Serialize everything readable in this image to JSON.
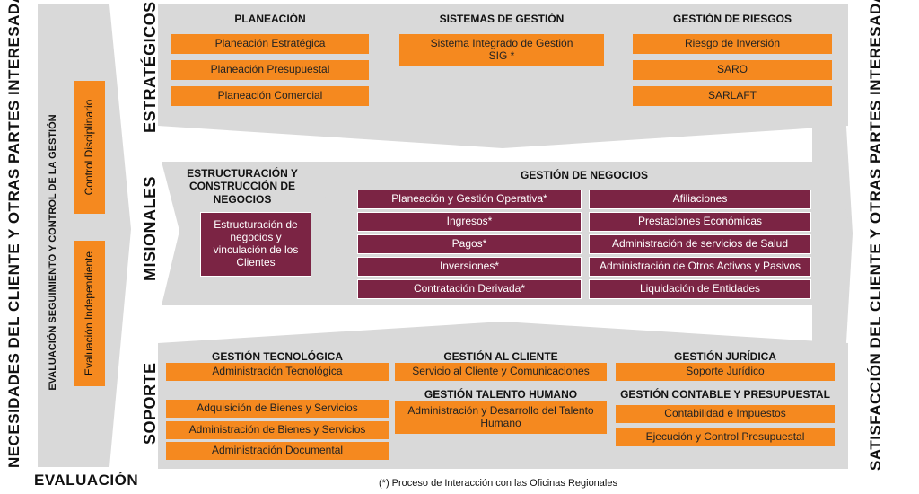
{
  "left_label": "NECESIDADES  DEL CLIENTE Y OTRAS PARTES INTERESADAS",
  "right_label": "SATISFACCIÓN  DEL CLIENTE Y OTRAS PARTES INTERESADAS",
  "evaluacion": {
    "label": "EVALUACIÓN",
    "inner_label": "EVALUACIÓN SEGUIMIENTO Y CONTROL DE LA GESTIÓN",
    "control": "Control Disciplinario",
    "independiente": "Evaluación Independiente"
  },
  "estrategicos": {
    "label": "ESTRATÉGICOS",
    "planeacion": {
      "title": "PLANEACIÓN",
      "items": [
        "Planeación Estratégica",
        "Planeación Presupuestal",
        "Planeación Comercial"
      ]
    },
    "sistemas": {
      "title": "SISTEMAS DE GESTIÓN",
      "item": "Sistema Integrado de Gestión SIG *"
    },
    "riesgos": {
      "title": "GESTIÓN DE RIESGOS",
      "items": [
        "Riesgo de Inversión",
        "SARO",
        "SARLAFT"
      ]
    }
  },
  "misionales": {
    "label": "MISIONALES",
    "estructuracion": {
      "title": "ESTRUCTURACIÓN Y CONSTRUCCIÓN DE NEGOCIOS",
      "item": "Estructuración de negocios y vinculación de los Clientes"
    },
    "negocios": {
      "title": "GESTIÓN DE NEGOCIOS",
      "left": [
        "Planeación y Gestión Operativa*",
        "Ingresos*",
        "Pagos*",
        "Inversiones*",
        "Contratación Derivada*"
      ],
      "right": [
        "Afiliaciones",
        "Prestaciones Económicas",
        "Administración de servicios de Salud",
        "Administración de Otros Activos y Pasivos",
        "Liquidación de Entidades"
      ]
    }
  },
  "soporte": {
    "label": "SOPORTE",
    "tecnologica": {
      "title": "GESTIÓN TECNOLÓGICA",
      "items": [
        "Administración Tecnológica",
        "Adquisición de Bienes y Servicios",
        "Administración de Bienes y Servicios",
        "Administración Documental"
      ]
    },
    "cliente": {
      "title": "GESTIÓN AL CLIENTE",
      "item": "Servicio al Cliente y Comunicaciones"
    },
    "talento": {
      "title": "GESTIÓN TALENTO HUMANO",
      "item": "Administración y Desarrollo del Talento Humano"
    },
    "juridica": {
      "title": "GESTIÓN JURÍDICA",
      "item": "Soporte Jurídico"
    },
    "contable": {
      "title": "GESTIÓN CONTABLE Y PRESUPUESTAL",
      "items": [
        "Contabilidad e Impuestos",
        "Ejecución y Control Presupuestal"
      ]
    }
  },
  "footnote": "(*) Proceso de Interacción con las Oficinas Regionales",
  "colors": {
    "orange": "#F5891F",
    "maroon": "#7B2444",
    "gray": "#D9D9D9"
  }
}
